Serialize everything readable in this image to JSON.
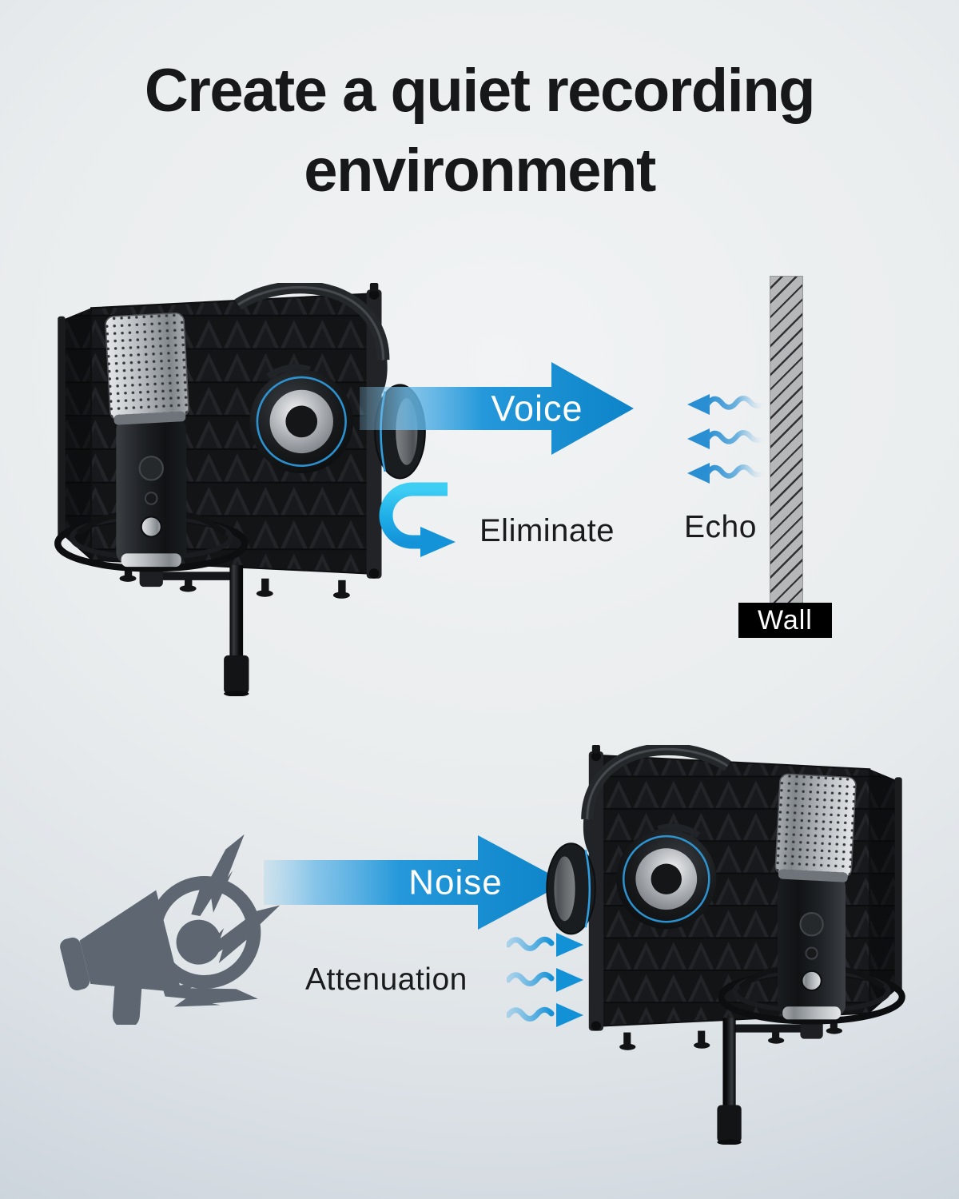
{
  "title": {
    "line1": "Create a quiet recording",
    "line2": "environment"
  },
  "top_diagram": {
    "voice_arrow_label": "Voice",
    "eliminate_label": "Eliminate",
    "echo_label": "Echo",
    "wall_label": "Wall"
  },
  "bottom_diagram": {
    "noise_arrow_label": "Noise",
    "attenuation_label": "Attenuation"
  },
  "icons": {
    "voice_arrow": "right-arrow",
    "noise_arrow": "right-arrow",
    "eliminate_arrow": "u-turn-right-arrow",
    "echo_waves": "three-wavy-left-arrows",
    "attenuation_waves": "three-wavy-right-arrows",
    "noise_source": "megaphone",
    "noise_sparks": "lightning-bolts",
    "wall": "hatched-wall-bar",
    "studio_rig": "mic-isolation-shield-with-headphones"
  },
  "colors": {
    "background_center": "#f1f3f4",
    "background_edge": "#c2cbd4",
    "title_text": "#17181a",
    "label_text": "#1a1b1d",
    "arrow_blue": "#1391d6",
    "arrow_blue_deep": "#0d84c9",
    "arrow_tail_light": "#8ecdef",
    "curve_cyan": "#3ecdf3",
    "wave_blue": "#2a8fd2",
    "megaphone_gray": "#5e6771",
    "wall_fill": "#b6b7b9",
    "wall_hatch": "#303134",
    "wall_label_bg": "#000000",
    "wall_label_text": "#ffffff",
    "arrow_label_text": "#ffffff",
    "headphone_accent": "#2f9fe2"
  }
}
